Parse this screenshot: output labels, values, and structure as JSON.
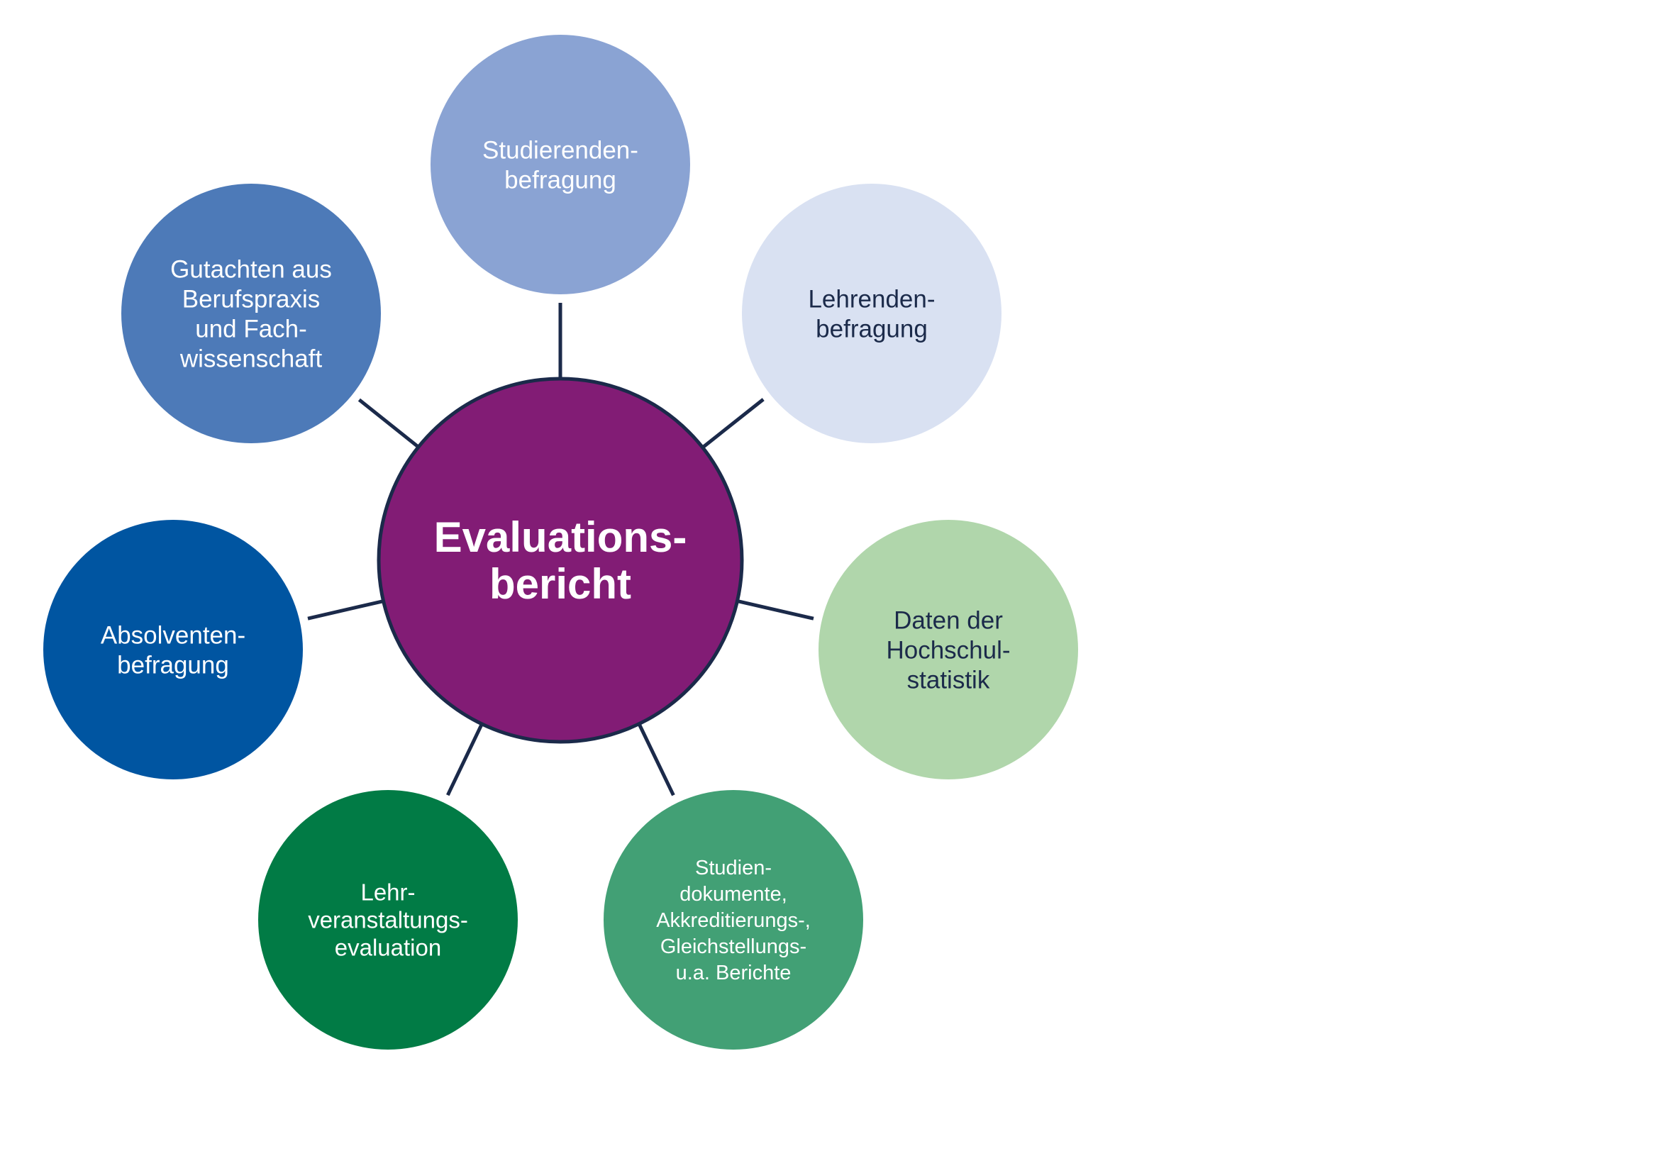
{
  "center": {
    "lines": [
      "Evaluations-",
      "bericht"
    ],
    "fill": "#821c75",
    "stroke": "#1b2a4a",
    "text_color": "#ffffff"
  },
  "connector_color": "#1b2a4a",
  "nodes": [
    {
      "id": "studierendenbefragung",
      "lines": [
        "Studierenden-",
        "befragung"
      ],
      "fill": "#8aa3d3",
      "text_color": "#ffffff"
    },
    {
      "id": "lehrendenbefragung",
      "lines": [
        "Lehrenden-",
        "befragung"
      ],
      "fill": "#d9e1f2",
      "text_color": "#1b2a4a"
    },
    {
      "id": "hochschulstatistik",
      "lines": [
        "Daten der",
        "Hochschul-",
        "statistik"
      ],
      "fill": "#b0d6ab",
      "text_color": "#1b2a4a"
    },
    {
      "id": "studiendokumente",
      "lines": [
        "Studien-",
        "dokumente,",
        "Akkreditierungs-,",
        "Gleichstellungs-",
        "u.a. Berichte"
      ],
      "fill": "#42a075",
      "text_color": "#ffffff"
    },
    {
      "id": "lehrveranstaltungsevaluation",
      "lines": [
        "Lehr-",
        "veranstaltungs-",
        "evaluation"
      ],
      "fill": "#017b45",
      "text_color": "#ffffff"
    },
    {
      "id": "absolventenbefragung",
      "lines": [
        "Absolventen-",
        "befragung"
      ],
      "fill": "#0055a1",
      "text_color": "#ffffff"
    },
    {
      "id": "gutachten",
      "lines": [
        "Gutachten aus",
        "Berufspraxis",
        "und Fach-",
        "wissenschaft"
      ],
      "fill": "#4d7ab8",
      "text_color": "#ffffff"
    }
  ]
}
